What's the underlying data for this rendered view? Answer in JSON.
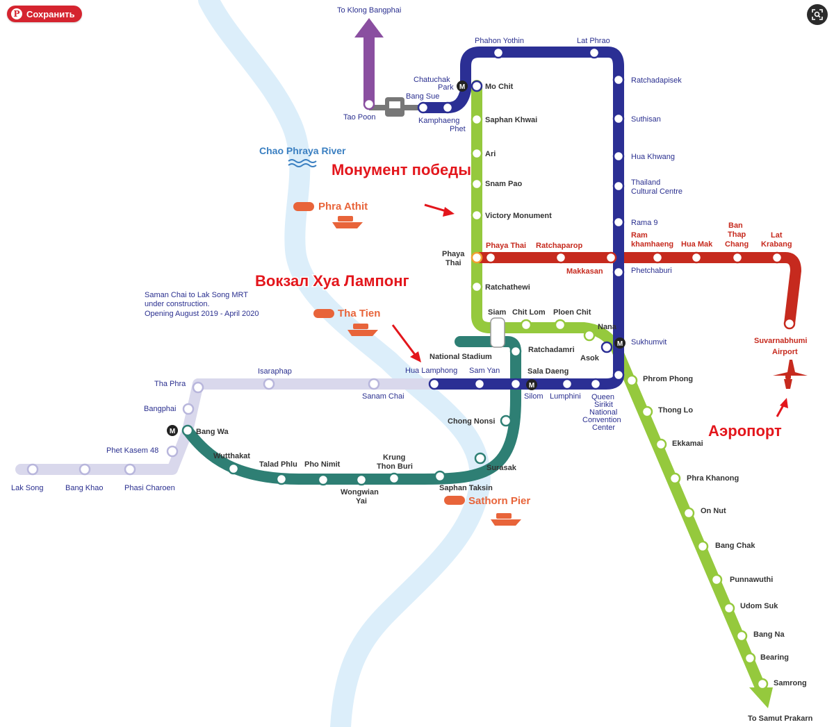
{
  "toolbar": {
    "save_label": "Сохранить",
    "pin_icon": "pinterest-icon",
    "lens_icon": "visual-search-icon"
  },
  "colors": {
    "blue_line": "#2b2f94",
    "green_line": "#95c93d",
    "teal_line": "#2e7f74",
    "red_line": "#c62a1e",
    "purple_line": "#8a4fa0",
    "lavender_line": "#d9d8ec",
    "river": "#dceefa",
    "annotation": "#e3161c",
    "pier": "#e8643a"
  },
  "river": {
    "label": "Chao Phraya River"
  },
  "annotations": {
    "victory": "Монумент победы",
    "hualamphong": "Вокзал Хуа Лампонг",
    "airport": "Аэропорт"
  },
  "piers": {
    "phra_athit": "Phra Athit",
    "tha_tien": "Tha Tien",
    "sathorn": "Sathorn Pier"
  },
  "note": {
    "line1": "Saman Chai to Lak Song MRT",
    "line2": "under construction.",
    "line3": "Opening August 2019 - April 2020"
  },
  "directions": {
    "klong_bangphai": "To Klong Bangphai",
    "samut_prakarn": "To Samut Prakarn"
  },
  "airport": {
    "line1": "Suvarnabhumi",
    "line2": "Airport"
  },
  "interchange_mark": "M",
  "stations": {
    "phahon_yothin": "Phahon Yothin",
    "lat_phrao": "Lat Phrao",
    "ratchadapisek": "Ratchadapisek",
    "suthisan": "Suthisan",
    "hua_khwang": "Hua Khwang",
    "thailand_cc_1": "Thailand",
    "thailand_cc_2": "Cultural Centre",
    "rama9": "Rama 9",
    "phetchaburi": "Phetchaburi",
    "sukhumvit": "Sukhumvit",
    "queen_1": "Queen",
    "queen_2": "Sirikit",
    "queen_3": "National",
    "queen_4": "Convention",
    "queen_5": "Center",
    "lumphini": "Lumphini",
    "silom": "Silom",
    "sam_yan": "Sam Yan",
    "hua_lamphong": "Hua Lamphong",
    "chatuchak_1": "Chatuchak",
    "chatuchak_2": "Park",
    "bang_sue": "Bang Sue",
    "kamphaeng_1": "Kamphaeng",
    "kamphaeng_2": "Phet",
    "tao_poon": "Tao Poon",
    "mo_chit": "Mo Chit",
    "saphan_khwai": "Saphan Khwai",
    "ari": "Ari",
    "snam_pao": "Snam Pao",
    "victory_monument": "Victory Monument",
    "phaya_thai_green_1": "Phaya",
    "phaya_thai_green_2": "Thai",
    "ratchathewi": "Ratchathewi",
    "siam": "Siam",
    "chit_lom": "Chit Lom",
    "ploen_chit": "Ploen Chit",
    "nana": "Nana",
    "asok": "Asok",
    "phrom_phong": "Phrom Phong",
    "thong_lo": "Thong Lo",
    "ekkamai": "Ekkamai",
    "phra_khanong": "Phra Khanong",
    "on_nut": "On Nut",
    "bang_chak": "Bang Chak",
    "punnawuthi": "Punnawuthi",
    "udom_suk": "Udom Suk",
    "bang_na": "Bang Na",
    "bearing": "Bearing",
    "samrong": "Samrong",
    "national_stadium": "National Stadium",
    "ratchadamri": "Ratchadamri",
    "sala_daeng": "Sala Daeng",
    "chong_nonsi": "Chong Nonsi",
    "surasak": "Surasak",
    "saphan_taksin": "Saphan Taksin",
    "krung_1": "Krung",
    "krung_2": "Thon Buri",
    "wongwian_1": "Wongwian",
    "wongwian_2": "Yai",
    "pho_nimit": "Pho Nimit",
    "talad_phlu": "Talad Phlu",
    "wutthakat": "Wutthakat",
    "bang_wa": "Bang Wa",
    "phaya_thai_red": "Phaya Thai",
    "ratchaparop": "Ratchaparop",
    "makkasan": "Makkasan",
    "ram_1": "Ram",
    "ram_2": "khamhaeng",
    "hua_mak": "Hua Mak",
    "ban_1": "Ban",
    "ban_2": "Thap",
    "ban_3": "Chang",
    "lat_1": "Lat",
    "lat_2": "Krabang",
    "isaraphap": "Isaraphap",
    "sanam_chai": "Sanam Chai",
    "tha_phra": "Tha Phra",
    "bangphai": "Bangphai",
    "phet_kasem": "Phet Kasem 48",
    "lak_song": "Lak Song",
    "bang_khao": "Bang Khao",
    "phasi_charoen": "Phasi  Charoen"
  }
}
